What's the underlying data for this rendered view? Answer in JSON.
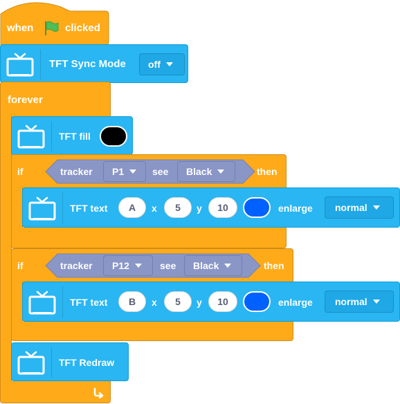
{
  "hat": {
    "when": "when",
    "clicked": "clicked",
    "flag_color": "#4CBF56"
  },
  "sync": {
    "label": "TFT Sync Mode",
    "value": "off"
  },
  "forever": {
    "label": "forever"
  },
  "fill": {
    "label": "TFT fill",
    "color": "#000000"
  },
  "if1": {
    "if": "if",
    "then": "then",
    "tracker": "tracker",
    "port": "P1",
    "see": "see",
    "color_name": "Black",
    "text": {
      "label": "TFT text",
      "value": "A",
      "x_label": "x",
      "x": "5",
      "y_label": "y",
      "y": "10",
      "color": "#0061FF",
      "enlarge": "enlarge",
      "mode": "normal"
    }
  },
  "if2": {
    "if": "if",
    "then": "then",
    "tracker": "tracker",
    "port": "P12",
    "see": "see",
    "color_name": "Black",
    "text": {
      "label": "TFT text",
      "value": "B",
      "x_label": "x",
      "x": "5",
      "y_label": "y",
      "y": "10",
      "color": "#0061FF",
      "enlarge": "enlarge",
      "mode": "normal"
    }
  },
  "redraw": {
    "label": "TFT Redraw"
  },
  "colors": {
    "control": "#FFAB19",
    "extension": "#29B6F2",
    "sensing": "#8A96C6"
  }
}
